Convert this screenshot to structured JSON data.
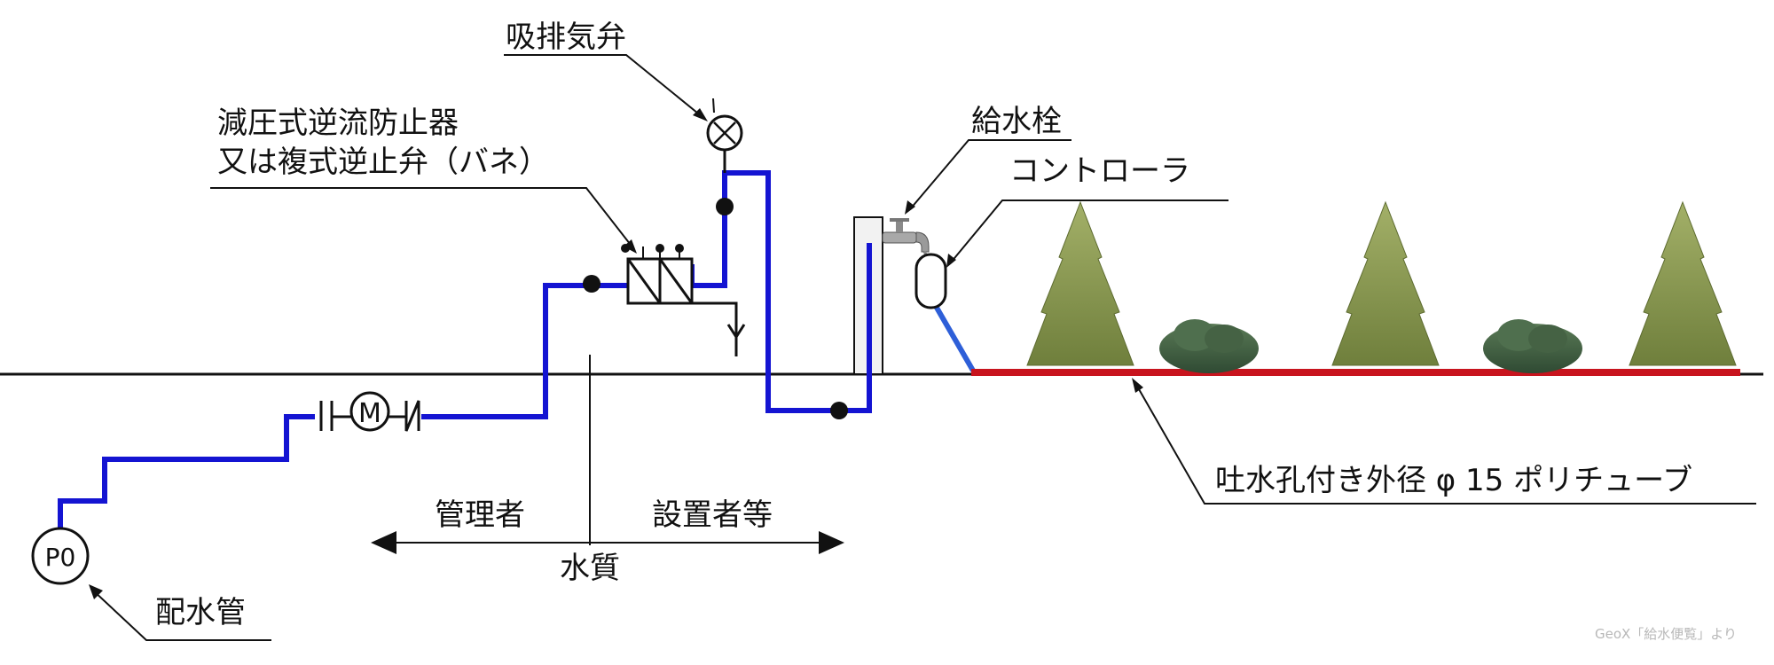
{
  "labels": {
    "air_valve": "吸排気弁",
    "backflow_line1": "減圧式逆流防止器",
    "backflow_line2": "又は複式逆止弁（バネ）",
    "faucet": "給水栓",
    "controller": "コントローラ",
    "tube": "吐水孔付き外径 φ 15 ポリチューブ",
    "manager": "管理者",
    "installer": "設置者等",
    "water_quality": "水質",
    "main_pipe": "配水管",
    "pump": "P0",
    "meter": "M"
  },
  "credit": "GeoX「給水便覧」より",
  "colors": {
    "pipe": "#1414d2",
    "tube": "#c8141e",
    "line": "#111111"
  }
}
